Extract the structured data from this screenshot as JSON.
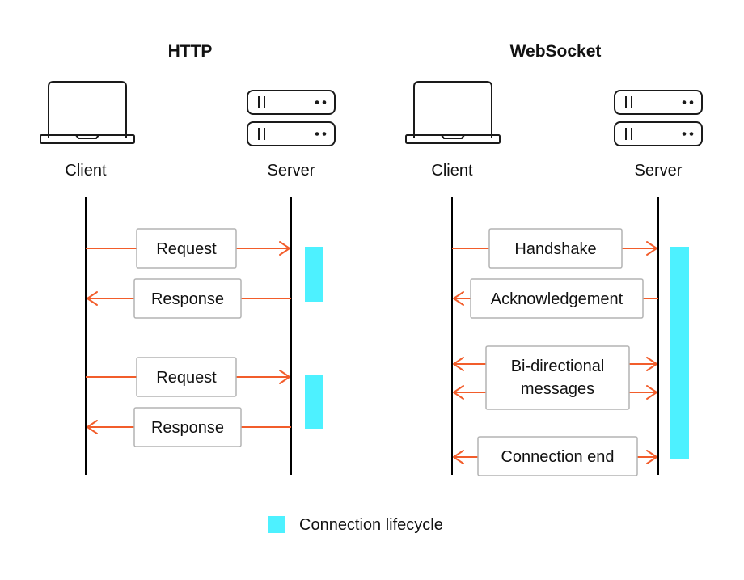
{
  "colors": {
    "arrow": "#f25d2b",
    "lifecycle": "#4df1ff",
    "lifeline": "#000000",
    "box_border": "#b3b3b3",
    "text": "#111111"
  },
  "http": {
    "title": "HTTP",
    "client_label": "Client",
    "server_label": "Server",
    "client_icon": "laptop-icon",
    "server_icon": "server-rack-icon",
    "messages": [
      {
        "label": "Request",
        "direction": "to-server"
      },
      {
        "label": "Response",
        "direction": "to-client"
      },
      {
        "label": "Request",
        "direction": "to-server"
      },
      {
        "label": "Response",
        "direction": "to-client"
      }
    ]
  },
  "websocket": {
    "title": "WebSocket",
    "client_label": "Client",
    "server_label": "Server",
    "client_icon": "laptop-icon",
    "server_icon": "server-rack-icon",
    "messages": [
      {
        "label": "Handshake",
        "direction": "to-server"
      },
      {
        "label": "Acknowledgement",
        "direction": "to-client"
      },
      {
        "label_lines": [
          "Bi-directional",
          "messages"
        ],
        "direction": "both"
      },
      {
        "label": "Connection end",
        "direction": "both"
      }
    ]
  },
  "legend": {
    "label": "Connection lifecycle"
  }
}
